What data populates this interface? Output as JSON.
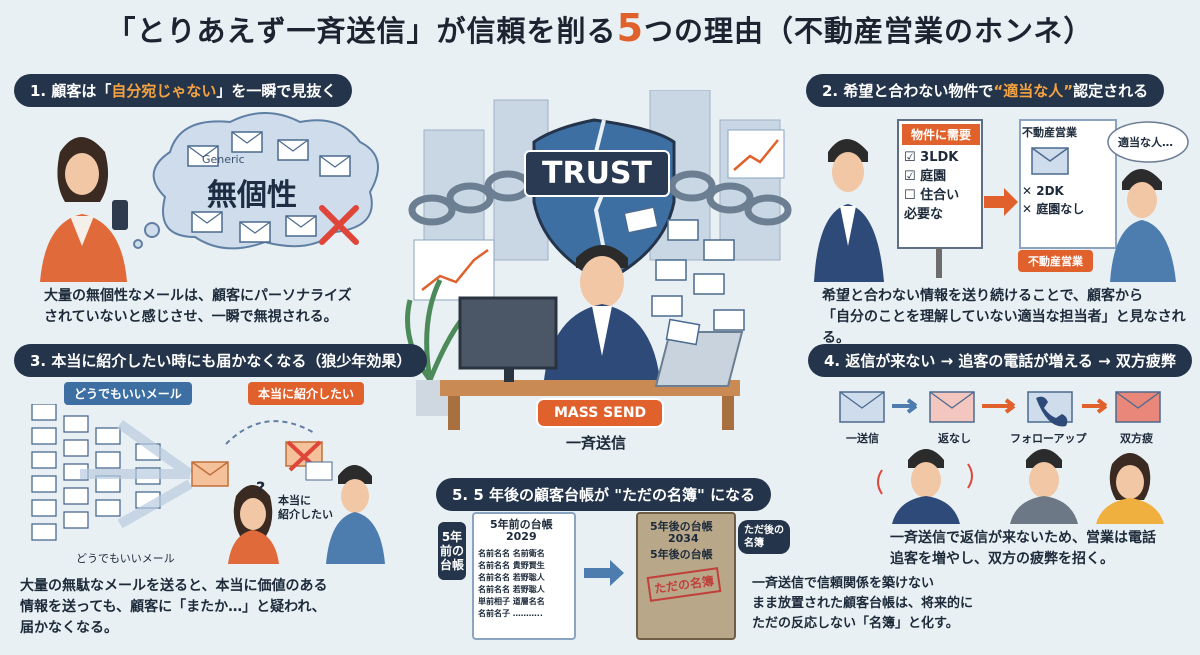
{
  "title": {
    "prefix": "「とりあえず一斉送信」が信頼を削る",
    "num": "5",
    "suffix": "つの理由（不動産営業のホンネ）"
  },
  "s1": {
    "pill_a": "1. 顧客は「",
    "pill_hl": "自分宛じゃない",
    "pill_b": "」を一瞬で見抜く",
    "bubble_en": "Generic",
    "bubble_jp": "無個性",
    "body1": "大量の無個性なメールは、顧客にパーソナライズ",
    "body2": "されていないと感じさせ、一瞬で無視される。"
  },
  "s2": {
    "pill_a": "2. 希望と合わない物件で",
    "pill_hl": "“適当な人”",
    "pill_b": "認定される",
    "board_head": "物件に需要",
    "board_items": [
      "☑ 3LDK",
      "☑ 庭園",
      "☐ 住合い",
      "  必要な"
    ],
    "card_head": "不動産営業",
    "card_items": [
      "✕ 2DK",
      "✕ 庭園なし"
    ],
    "card_foot": "不動産営業",
    "speech": "適当な人…",
    "body1": "希望と合わない情報を送り続けることで、顧客から",
    "body2": "「自分のことを理解していない適当な担当者」と見なされる。"
  },
  "center": {
    "trust": "TRUST",
    "mass_send": "MASS SEND",
    "caption": "一斉送信"
  },
  "s3": {
    "pill": "3. 本当に紹介したい時にも届かなくなる（狼少年効果）",
    "tag_left": "どうでもいいメール",
    "tag_right": "本当に紹介したい",
    "bottom_label": "どうでもいいメール",
    "q": "?",
    "bubble": "本当に\n紹介したい",
    "body1": "大量の無駄なメールを送ると、本当に価値のある",
    "body2": "情報を送っても、顧客に「またか…」と疑われ、",
    "body3": "届かなくなる。"
  },
  "s4": {
    "pill": "4. 返信が来ない → 追客の電話が増える → 双方疲弊",
    "steps": [
      "一送信",
      "返なし",
      "フォローアップ",
      "双方疲"
    ],
    "body1": "一斉送信で返信が来ないため、営業は電話",
    "body2": "追客を増やし、双方の疲弊を招く。"
  },
  "s5": {
    "pill": "5. 5 年後の顧客台帳が \"ただの名簿\" になる",
    "side_label": "5年前の台帳",
    "book1_title": "5年前の台帳",
    "book1_year": "2029",
    "book1_rows": [
      [
        "名前名名",
        "名前衛名"
      ],
      [
        "名前名名",
        "貴野賢生"
      ],
      [
        "名前名名",
        "若野聡人"
      ],
      [
        "名前名名",
        "若野聡人"
      ],
      [
        "単前相子",
        "道層名名"
      ],
      [
        "名前名子",
        "……….."
      ]
    ],
    "book2_title": "5年後の台帳",
    "book2_year": "2034",
    "book2_title2": "5年後の台帳",
    "stamp": "ただの名簿",
    "speech": "ただ後の\n名簿",
    "body1": "一斉送信で信頼関係を築けない",
    "body2": "まま放置された顧客台帳は、将来的に",
    "body3": "ただの反応しない「名簿」と化す。"
  },
  "colors": {
    "navy": "#24344a",
    "orange": "#e0612b",
    "accent": "#f5a341",
    "blue": "#3d6fa3"
  }
}
